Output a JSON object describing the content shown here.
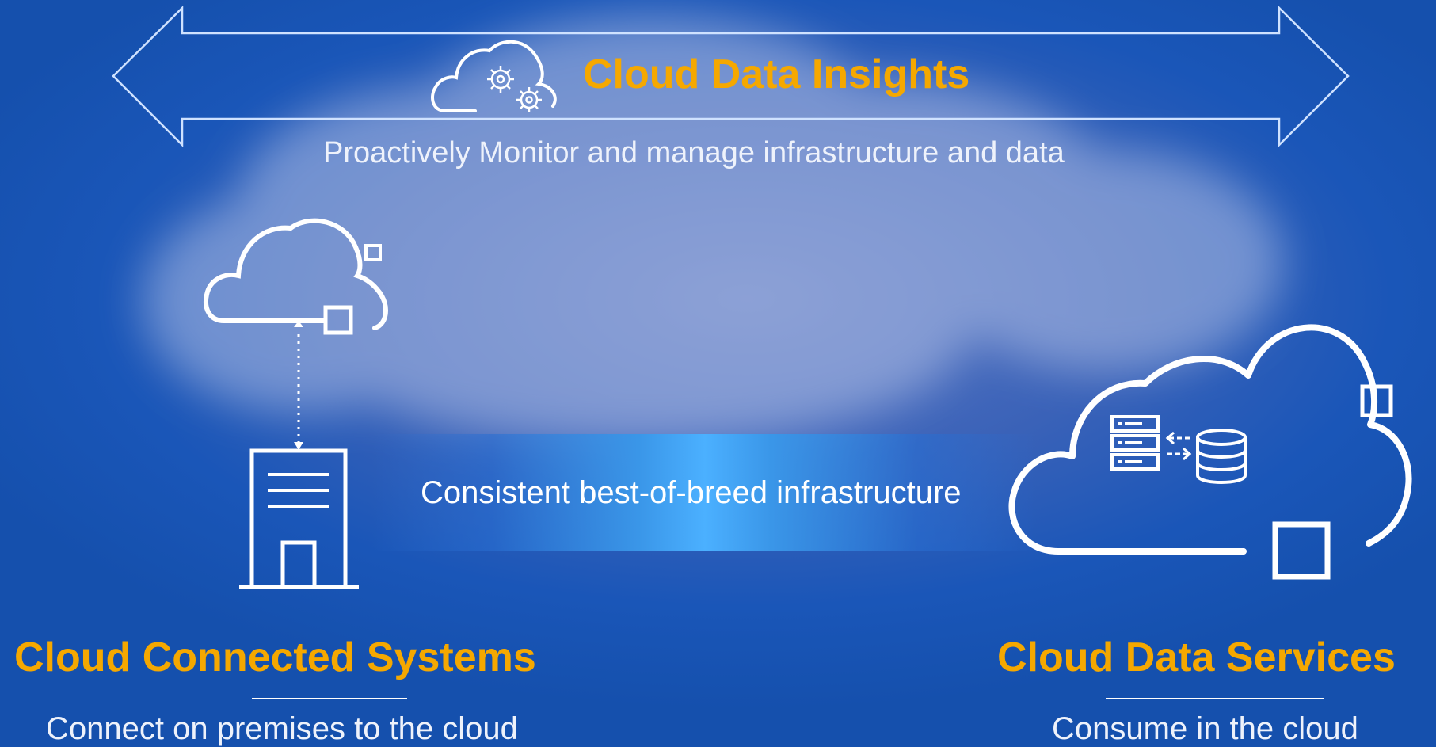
{
  "insights": {
    "title": "Cloud Data Insights",
    "subtitle": "Proactively Monitor and manage infrastructure and data"
  },
  "center": {
    "band_label": "Consistent best-of-breed infrastructure"
  },
  "connected": {
    "title": "Cloud Connected Systems",
    "subtitle": "Connect on premises to the cloud"
  },
  "services": {
    "title": "Cloud Data Services",
    "subtitle": "Consume in the cloud"
  },
  "colors": {
    "accent": "#f5a800",
    "background": "#1a56b8",
    "line": "#ffffff",
    "band": "#4bb0ff"
  },
  "icons": [
    "double-arrow-icon",
    "cloud-gears-icon",
    "cloud-with-box-icon",
    "building-icon",
    "cloud-data-services-icon"
  ]
}
